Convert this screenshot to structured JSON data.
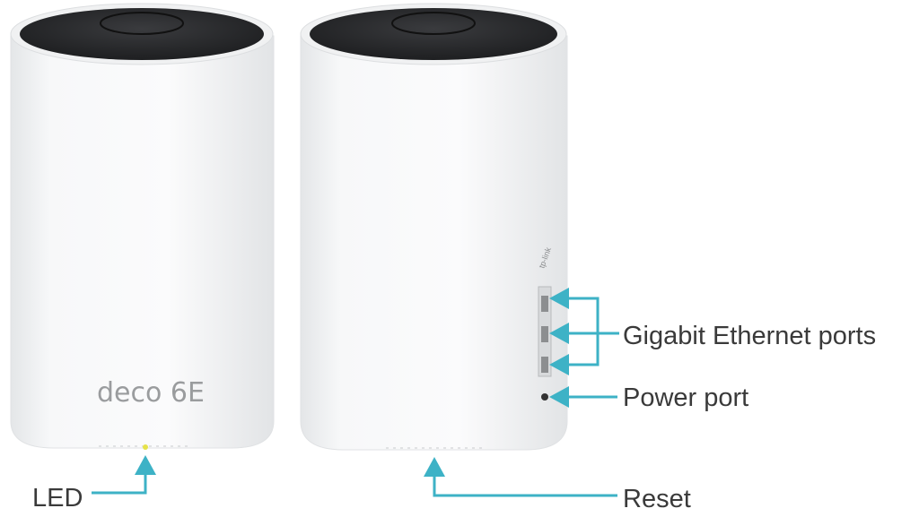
{
  "colors": {
    "callout": "#3db2c6",
    "device_body": "#f4f5f6",
    "cap": "#2a2b2d",
    "led": "#e6e24a"
  },
  "devices": [
    {
      "view": "front",
      "logo": "deco 6E"
    },
    {
      "view": "back",
      "logo": "tp-link"
    }
  ],
  "callouts": {
    "ethernet": "Gigabit Ethernet ports",
    "power": "Power port",
    "led": "LED",
    "reset": "Reset"
  }
}
